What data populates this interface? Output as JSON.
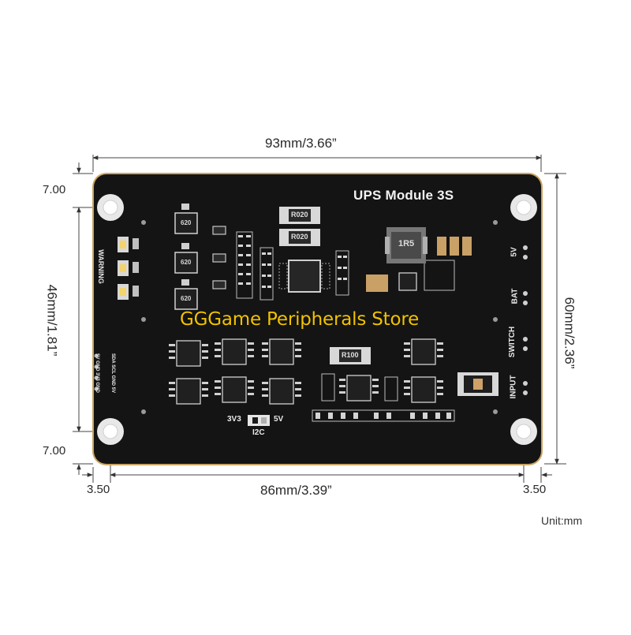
{
  "board": {
    "title": "UPS Module 3S",
    "color": "#141414",
    "edge_color": "#c9a461"
  },
  "dimensions": {
    "top_width": "93mm/3.66”",
    "bottom_hole_spacing": "86mm/3.39”",
    "left_hole_spacing": "46mm/1.81”",
    "right_height": "60mm/2.36”",
    "top_offset": "7.00",
    "bottom_offset": "7.00",
    "left_edge_offset": "3.50",
    "right_edge_offset": "3.50",
    "unit": "Unit:mm"
  },
  "silkscreen": {
    "warning": "WARNING",
    "i2c": "I2C",
    "jumper_3v3": "3V3",
    "jumper_5v": "5V",
    "port_5v": "5V",
    "port_bat": "BAT",
    "port_switch": "SWITCH",
    "port_input": "INPUT",
    "header_row1": "5V GND 3V3 GND",
    "header_row2": "SDA SCL GND 5V",
    "resistors": [
      "R020",
      "R020",
      "R100"
    ],
    "inductor": "1R5",
    "small_parts": [
      "620",
      "620",
      "620"
    ]
  },
  "watermark": "GGGame Peripherals Store"
}
